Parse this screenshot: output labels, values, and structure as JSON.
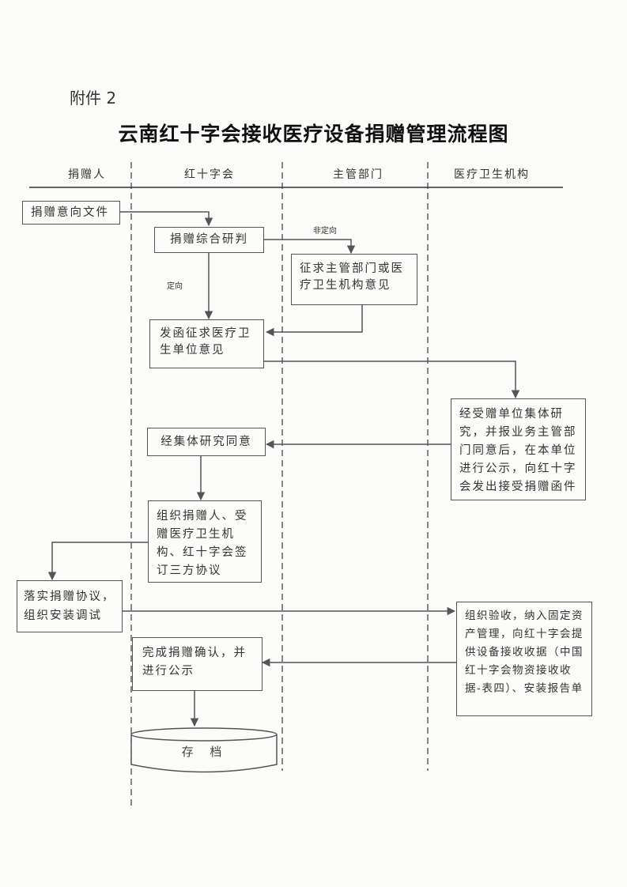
{
  "attachment_label": "附件 2",
  "title": "云南红十字会接收医疗设备捐赠管理流程图",
  "lanes": [
    "捐赠人",
    "红十字会",
    "主管部门",
    "医疗卫生机构"
  ],
  "nodes": {
    "donation_intent": "捐赠意向文件",
    "comprehensive_review": "捐赠综合研判",
    "solicit_opinion": "征求主管部门或医疗卫生机构意见",
    "send_letter": "发函征求医疗卫生单位意见",
    "recipient_review": "经受赠单位集体研究，并报业务主管部门同意后，在本单位进行公示，向红十字会发出接受捐赠函件",
    "collective_approval": "经集体研究同意",
    "sign_agreement": "组织捐赠人、受赠医疗卫生机构、红十字会签订三方协议",
    "implement_agreement": "落实捐赠协议，组织安装调试",
    "acceptance": "组织验收，纳入固定资产管理，向红十字会提供设备接收收据（中国红十字会物资接收收据-表四）、安装报告单",
    "complete_confirm": "完成捐赠确认，并进行公示",
    "archive": "存 档"
  },
  "edge_labels": {
    "non_directed": "非定向",
    "directed": "定向"
  }
}
